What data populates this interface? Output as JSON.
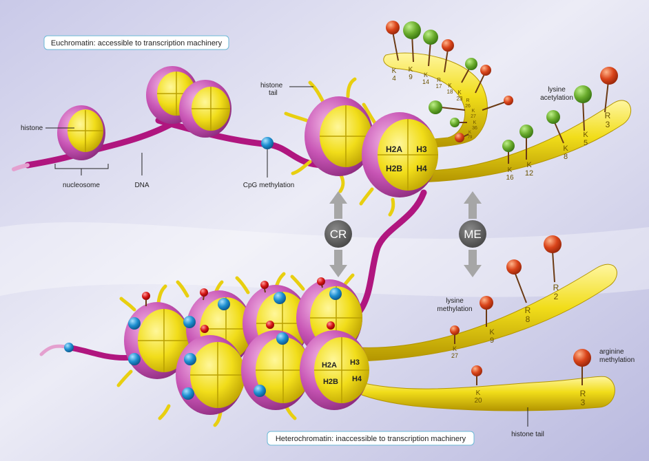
{
  "title_top": "Euchromatin: accessible to transcription machinery",
  "title_bottom": "Heterochromatin: inaccessible to transcription machinery",
  "labels": {
    "histone": "histone",
    "nucleosome": "nucleosome",
    "dna": "DNA",
    "cpg": "CpG methylation",
    "histone_tail_top_1": "histone",
    "histone_tail_top_2": "tail",
    "lysine_acetylation_1": "lysine",
    "lysine_acetylation_2": "acetylation",
    "lysine_methylation_1": "lysine",
    "lysine_methylation_2": "methylation",
    "arginine_methylation_1": "arginine",
    "arginine_methylation_2": "methylation",
    "histone_tail_bottom": "histone tail"
  },
  "badges": {
    "cr": "CR",
    "me": "ME"
  },
  "histones": {
    "h2a": "H2A",
    "h3": "H3",
    "h2b": "H2B",
    "h4": "H4"
  },
  "tail_h3_top": [
    {
      "a": "K",
      "b": "4"
    },
    {
      "a": "K",
      "b": "9"
    },
    {
      "a": "K",
      "b": "14"
    },
    {
      "a": "R",
      "b": "17"
    },
    {
      "a": "K",
      "b": "18"
    },
    {
      "a": "K",
      "b": "23"
    },
    {
      "a": "R",
      "b": "26"
    },
    {
      "a": "K",
      "b": "27"
    },
    {
      "a": "K",
      "b": "36"
    },
    {
      "a": "K",
      "b": "79"
    }
  ],
  "tail_h4_top": [
    {
      "a": "K",
      "b": "16"
    },
    {
      "a": "K",
      "b": "12"
    },
    {
      "a": "K",
      "b": "8"
    },
    {
      "a": "K",
      "b": "5"
    },
    {
      "a": "R",
      "b": "3"
    }
  ],
  "tail_h3_bottom": [
    {
      "a": "K",
      "b": "27"
    },
    {
      "a": "K",
      "b": "9"
    },
    {
      "a": "R",
      "b": "8"
    },
    {
      "a": "R",
      "b": "2"
    }
  ],
  "tail_h4_bottom": [
    {
      "a": "K",
      "b": "20"
    },
    {
      "a": "R",
      "b": "3"
    }
  ],
  "colors": {
    "background": "#cfd1ec",
    "dna": "#b0167f",
    "histone": "#f1dd1a",
    "histone_wrap": "#c855b5",
    "acetyl": "#6aac2d",
    "methyl": "#d9441a",
    "cpg": "#1d8fd0",
    "hetero_methyl": "#d61616",
    "badge": "#555555",
    "arrow": "#a6a6a6"
  }
}
